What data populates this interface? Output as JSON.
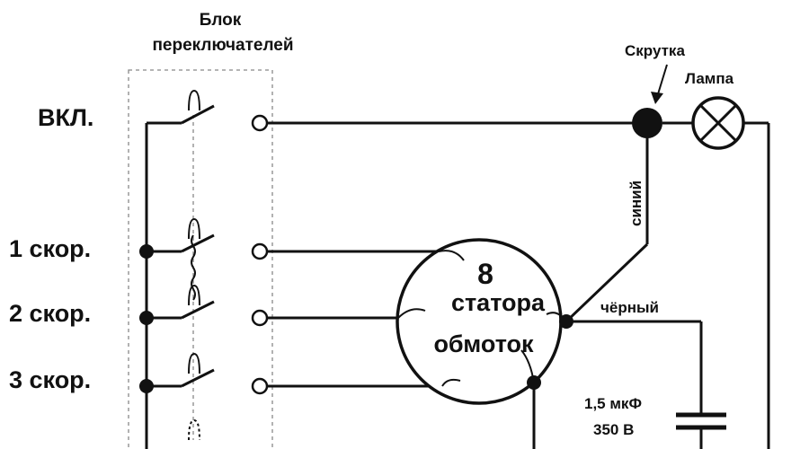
{
  "block": {
    "line1": "Блок",
    "line2": "переключателей"
  },
  "labels": {
    "on": "ВКЛ.",
    "speed1": "1 скор.",
    "speed2": "2 скор.",
    "speed3": "3 скор.",
    "twist": "Скрутка",
    "lamp": "Лампа",
    "blue": "синий",
    "black": "чёрный",
    "cap_value": "1,5 мкФ",
    "cap_voltage": "350 В"
  },
  "motor": {
    "line1": "8",
    "line2": "статора",
    "line3": "обмоток"
  },
  "colors": {
    "ink": "#111111",
    "dashed": "#888888",
    "background": "#ffffff"
  }
}
